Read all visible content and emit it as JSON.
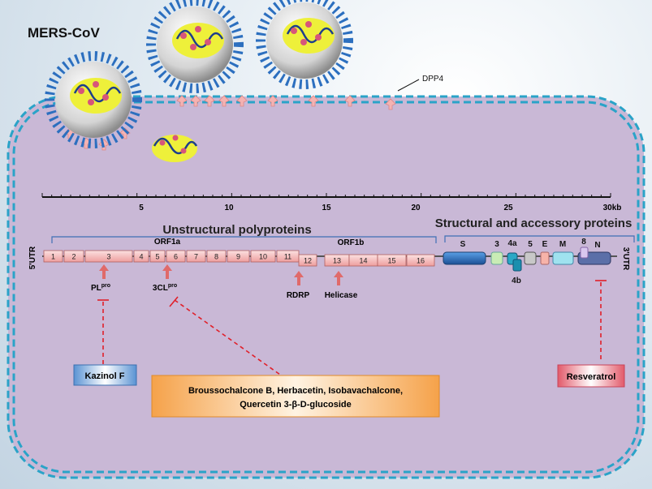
{
  "virus_name": "MERS-CoV",
  "receptor": "DPP4",
  "genome_scale": {
    "ticks": [
      "5",
      "10",
      "15",
      "20",
      "25",
      "30kb"
    ]
  },
  "sections": {
    "unstructural": "Unstructural polyproteins",
    "structural": "Structural and accessory proteins"
  },
  "orfs": {
    "orf1a": "ORF1a",
    "orf1b": "ORF1b"
  },
  "utr": {
    "five": "5'UTR",
    "three": "3'UTR"
  },
  "nsp_labels": [
    "1",
    "2",
    "3",
    "4",
    "5",
    "6",
    "7",
    "8",
    "9",
    "10",
    "11",
    "12",
    "13",
    "14",
    "15",
    "16"
  ],
  "structural_genes": {
    "s": "S",
    "g3": "3",
    "g4a": "4a",
    "g4b": "4b",
    "g5": "5",
    "e": "E",
    "m": "M",
    "g8": "8",
    "n": "N"
  },
  "targets": {
    "plpro_base": "PL",
    "plpro_sup": "pro",
    "clpro_base": "3CL",
    "clpro_sup": "pro",
    "rdrp": "RDRP",
    "helicase": "Helicase"
  },
  "inhibitors": {
    "kazinol": "Kazinol F",
    "flavonoids_line1": "Broussochalcone B, Herbacetin, Isobavachalcone,",
    "flavonoids_line2": "Quercetin 3-β-D-glucoside",
    "resveratrol": "Resveratrol"
  },
  "colors": {
    "nsp": "#f6c4c4",
    "spike": "#2c6fbf",
    "membrane": "#2aa3c8",
    "cell": "#c9b8d6"
  }
}
